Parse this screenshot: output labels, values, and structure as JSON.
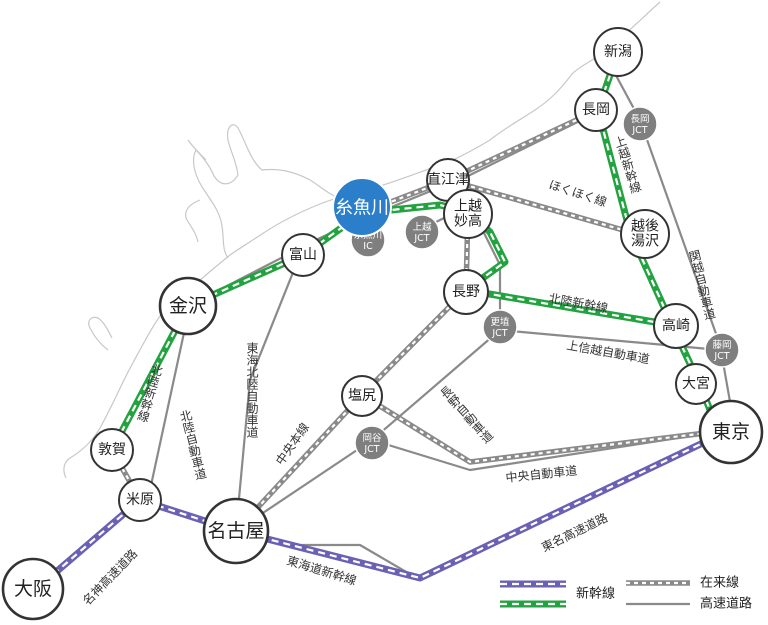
{
  "map": {
    "colors": {
      "shinkansen_blue": "#6a61b5",
      "shinkansen_green": "#22a33f",
      "conventional_line": "#8a8a8a",
      "expressway": "#8a8a8a",
      "highlight": "#2b7fca",
      "ic_fill": "#7f7f7f",
      "coast": "#c8c8c8"
    },
    "highlight": {
      "label": "糸魚川"
    },
    "stations": {
      "niigata": "新潟",
      "nagaoka": "長岡",
      "naoetsu": "直江津",
      "joetsu_myoko": [
        "上越",
        "妙高"
      ],
      "echigo_yuzawa": [
        "越後",
        "湯沢"
      ],
      "nagano": "長野",
      "takasaki": "高崎",
      "omiya": "大宮",
      "tokyo": "東京",
      "toyama": "富山",
      "kanazawa": "金沢",
      "shiojiri": "塩尻",
      "tsuruga": "敦賀",
      "maibara": "米原",
      "nagoya": "名古屋",
      "osaka": "大阪"
    },
    "junctions": {
      "nagaoka_jct": [
        "長岡",
        "JCT"
      ],
      "itoigawa_ic": [
        "糸魚川",
        "IC"
      ],
      "joetsu_jct": [
        "上越",
        "JCT"
      ],
      "koshoku_jct": [
        "更埴",
        "JCT"
      ],
      "fujioka_jct": [
        "藤岡",
        "JCT"
      ],
      "okaya_jct": [
        "岡谷",
        "JCT"
      ]
    },
    "route_labels": {
      "joetsu_shinkansen": "上越新幹線",
      "kanetsu_expressway": "関越自動車道",
      "hokuhoku_line": "ほくほく線",
      "hokuriku_shinkansen_east": "北陸新幹線",
      "joshinetsu_expressway": "上信越自動車道",
      "nagano_expressway": "長野自動車道",
      "chuo_expressway": "中央自動車道",
      "tomei_expressway": "東名高速道路",
      "tokaido_shinkansen": "東海道新幹線",
      "meishin_expressway": "名神高速道路",
      "hokuriku_shinkansen_west": "北陸新幹線",
      "hokuriku_expressway": "北陸自動車道",
      "tokai_hokuriku_expressway": "東海北陸自動車道",
      "chuo_main_line": "中央本線"
    },
    "legend": {
      "shinkansen": "新幹線",
      "conventional": "在来線",
      "expressway": "高速道路"
    }
  }
}
